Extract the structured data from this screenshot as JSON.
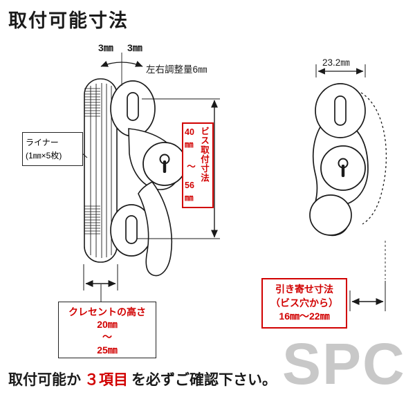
{
  "title": "取付可能寸法",
  "side_view": {
    "adjust_left_mm": "3㎜",
    "adjust_right_mm": "3㎜",
    "adjust_total": "左右調整量6㎜",
    "liner_line1": "ライナー",
    "liner_line2": "(1㎜×5枚)",
    "screw_pitch": {
      "min": "40㎜",
      "tilde": "〜",
      "max": "56㎜",
      "label": "ビス取付寸法"
    },
    "height": {
      "title": "クレセントの高さ",
      "min": "20㎜",
      "tilde": "〜",
      "max": "25㎜"
    }
  },
  "front_view": {
    "width_mm": "23.2㎜",
    "pull": {
      "line1": "引き寄せ寸法",
      "line2": "（ビス穴から）",
      "line3": "16㎜〜22㎜"
    }
  },
  "footer": {
    "prefix": "取付可能か",
    "highlight": "３項目",
    "suffix": "を必ずご確認下さい。"
  },
  "watermark": "SPC",
  "colors": {
    "highlight_red": "#d10000",
    "ink": "#1a1a1a",
    "watermark_gray": "#c8c8c8"
  }
}
